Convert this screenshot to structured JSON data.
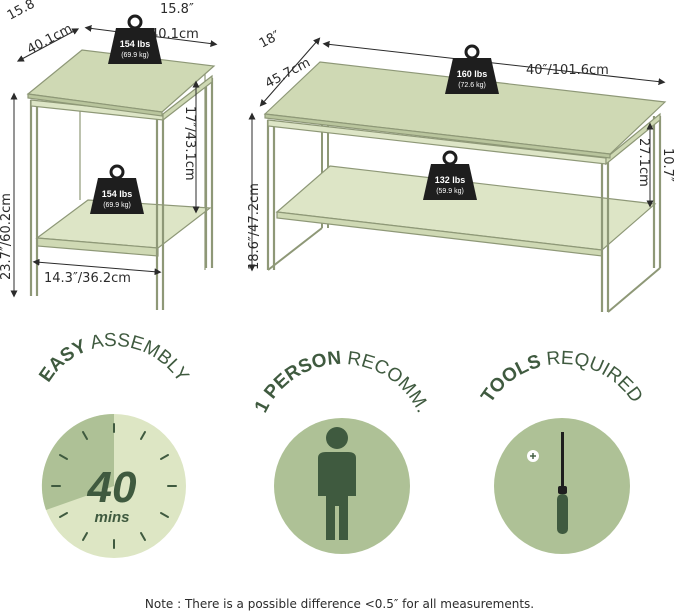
{
  "colors": {
    "top_face": "#cfd9b4",
    "panel": "#dde5c6",
    "frame_stroke": "#8e9877",
    "badge_bg": "#aec196",
    "badge_light": "#dde6c4",
    "dark_green": "#3f5a3f",
    "weight_bg": "#1e1e1e"
  },
  "side_table": {
    "depth_in": "15.8″",
    "depth_cm": "40.1cm",
    "width_in": "15.8″",
    "width_cm": "40.1cm",
    "height": "23.7″/60.2cm",
    "shelf_gap": "17″/43.1cm",
    "inner_width": "14.3″/36.2cm",
    "top_load_lbs": "154 lbs",
    "top_load_kg": "(69.9 kg)",
    "shelf_load_lbs": "154 lbs",
    "shelf_load_kg": "(69.9 kg)"
  },
  "coffee_table": {
    "depth_in": "18″",
    "depth_cm": "45.7cm",
    "length": "40″/101.6cm",
    "height": "18.6″/47.2cm",
    "shelf_gap_in": "10.7″",
    "shelf_gap_cm": "27.1cm",
    "top_load_lbs": "160 lbs",
    "top_load_kg": "(72.6 kg)",
    "shelf_load_lbs": "132 lbs",
    "shelf_load_kg": "(59.9 kg)"
  },
  "badges": [
    {
      "bold": "EASY",
      "rest": " ASSEMBLY",
      "value": "40",
      "unit": "mins",
      "icon": "clock-icon"
    },
    {
      "bold": "1 PERSON",
      "rest": " RECOMM.",
      "icon": "person-icon"
    },
    {
      "bold": "TOOLS",
      "rest": " REQUIRED",
      "icon": "screwdriver-icon"
    }
  ],
  "note": "Note : There is a possible difference <0.5″ for all measurements."
}
